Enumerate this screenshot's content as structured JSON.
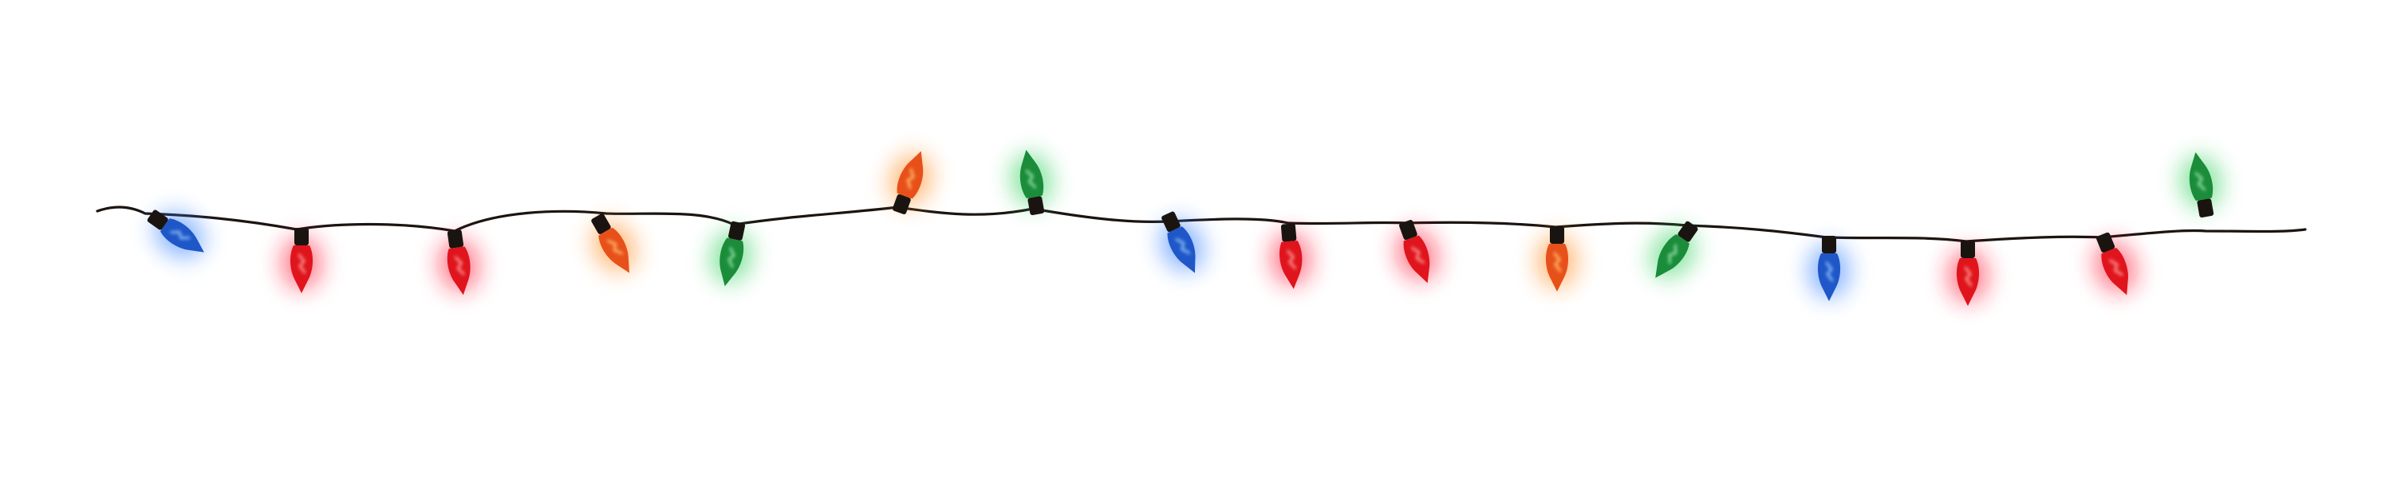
{
  "image": {
    "background": "#ffffff",
    "wire_color": "#1c1410",
    "socket_color": "#1a1410",
    "bulbs": [
      {
        "color": "blue"
      },
      {
        "color": "red"
      },
      {
        "color": "red"
      },
      {
        "color": "orange"
      },
      {
        "color": "green"
      },
      {
        "color": "orange"
      },
      {
        "color": "green"
      },
      {
        "color": "blue"
      },
      {
        "color": "red"
      },
      {
        "color": "red"
      },
      {
        "color": "orange"
      },
      {
        "color": "green"
      },
      {
        "color": "blue"
      },
      {
        "color": "red"
      },
      {
        "color": "red"
      },
      {
        "color": "green"
      }
    ],
    "palette": {
      "blue": {
        "fill": "#1f57c8",
        "core": "#9fd0ff",
        "glow": "#2f7bff"
      },
      "red": {
        "fill": "#e0141c",
        "core": "#ffb0a8",
        "glow": "#ff1f3a"
      },
      "orange": {
        "fill": "#e8501a",
        "core": "#ffd27a",
        "glow": "#ff8a1f"
      },
      "green": {
        "fill": "#1a8c3a",
        "core": "#a8f0b8",
        "glow": "#2fd05a"
      }
    }
  }
}
